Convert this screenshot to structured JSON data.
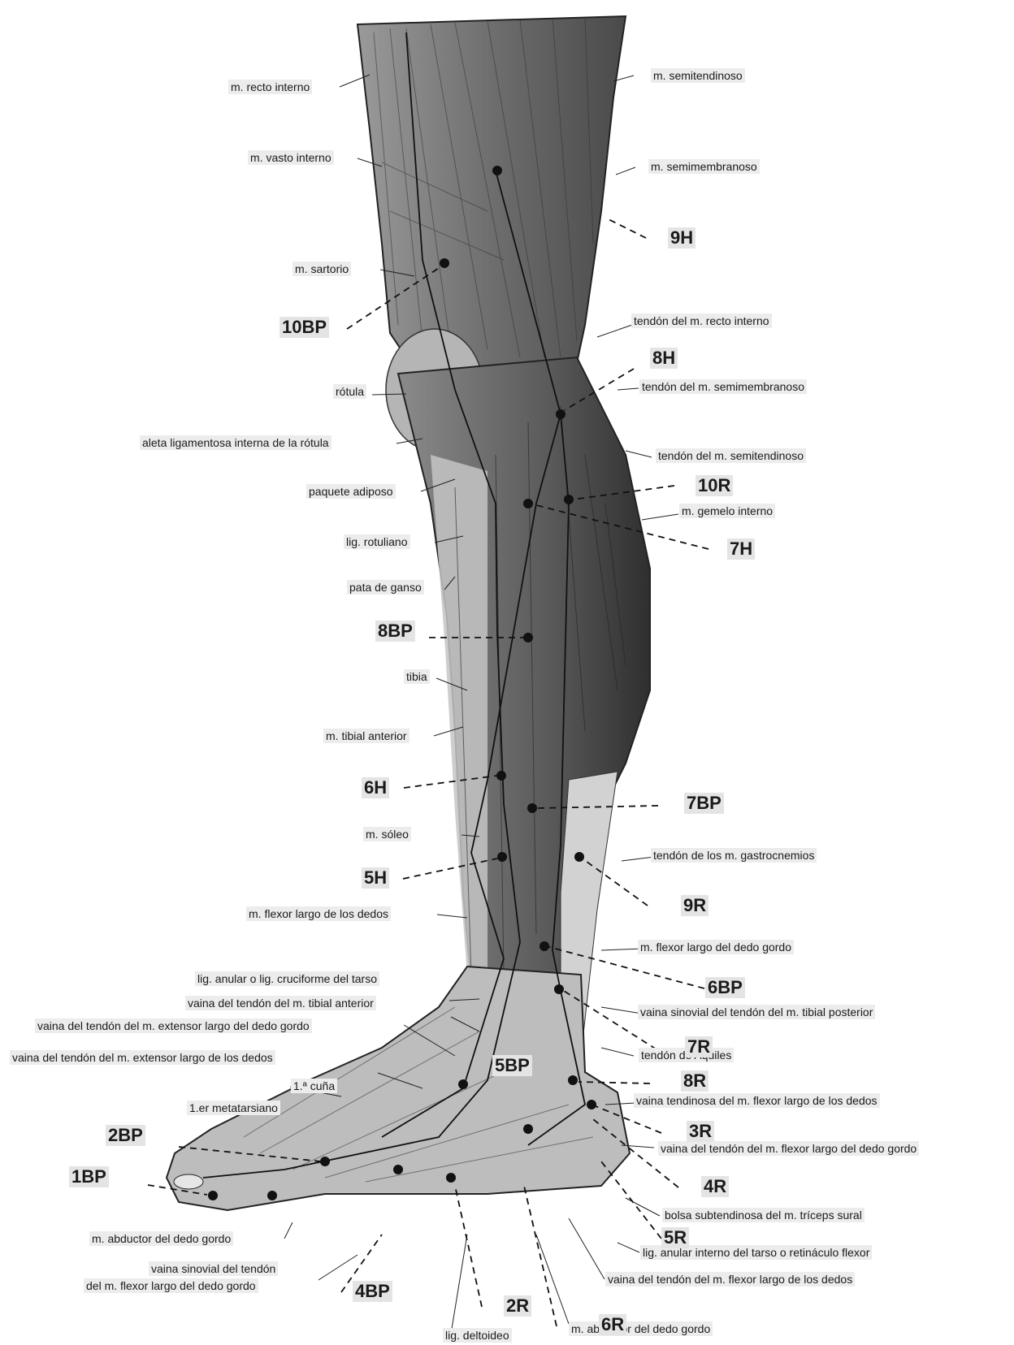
{
  "labels_left": {
    "recto_interno": "m. recto interno",
    "vasto_interno": "m. vasto interno",
    "sartorio": "m. sartorio",
    "rotula": "rótula",
    "aleta": "aleta ligamentosa interna de la rótula",
    "paquete": "paquete adiposo",
    "lig_rotuliano": "lig. rotuliano",
    "pata_ganso": "pata de ganso",
    "tibia": "tibia",
    "tibial_anterior": "m. tibial anterior",
    "soleo": "m. sóleo",
    "flexor_largo_dedos": "m. flexor largo de los dedos",
    "lig_anular": "lig. anular o lig. cruciforme del tarso",
    "vaina_tibial_anterior": "vaina del tendón del m. tibial anterior",
    "vaina_extensor_gordo": "vaina del tendón del m. extensor largo del dedo gordo",
    "vaina_extensor_dedos": "vaina del tendón del m. extensor largo de los dedos",
    "cuna": "1.ª cuña",
    "metatarsiano": "1.er metatarsiano",
    "abductor_left": "m. abductor del dedo gordo",
    "vaina_sinovial_1": "vaina sinovial del tendón",
    "vaina_sinovial_2": "del m. flexor largo del dedo gordo",
    "deltoideo": "lig. deltoideo"
  },
  "labels_right": {
    "semitendinoso": "m. semitendinoso",
    "semimembranoso": "m. semimembranoso",
    "tendon_recto": "tendón del m. recto interno",
    "tendon_semimembranoso": "tendón del m. semimembranoso",
    "tendon_semitendinoso": "tendón del m. semitendinoso",
    "gemelo": "m. gemelo interno",
    "gastrocnemios": "tendón de los m. gastrocnemios",
    "flexor_gordo": "m. flexor largo del dedo gordo",
    "vaina_tibial_posterior": "vaina sinovial del tendón del m. tibial posterior",
    "aquiles": "tendón de Aquiles",
    "vaina_flexor_dedos": "vaina tendinosa del m. flexor largo de los dedos",
    "vaina_flexor_gordo": "vaina del tendón del m. flexor largo del dedo gordo",
    "bolsa": "bolsa subtendinosa del m. tríceps sural",
    "retinaculo": "lig. anular interno del tarso o retináculo flexor",
    "vaina_flexor_dedos_2": "vaina del tendón del m. flexor largo de los dedos",
    "abductor_right": "m. abductor del dedo gordo"
  },
  "points": {
    "p9H": "9H",
    "p10BP": "10BP",
    "p8H": "8H",
    "p10R": "10R",
    "p7H": "7H",
    "p8BP": "8BP",
    "p6H": "6H",
    "p7BP": "7BP",
    "p5H": "5H",
    "p9R": "9R",
    "p6BP": "6BP",
    "p7R": "7R",
    "p5BP": "5BP",
    "p8R": "8R",
    "p3R": "3R",
    "p2BP": "2BP",
    "p1BP": "1BP",
    "p4R": "4R",
    "p5R": "5R",
    "p4BP": "4BP",
    "p2R": "2R",
    "p6R": "6R"
  }
}
